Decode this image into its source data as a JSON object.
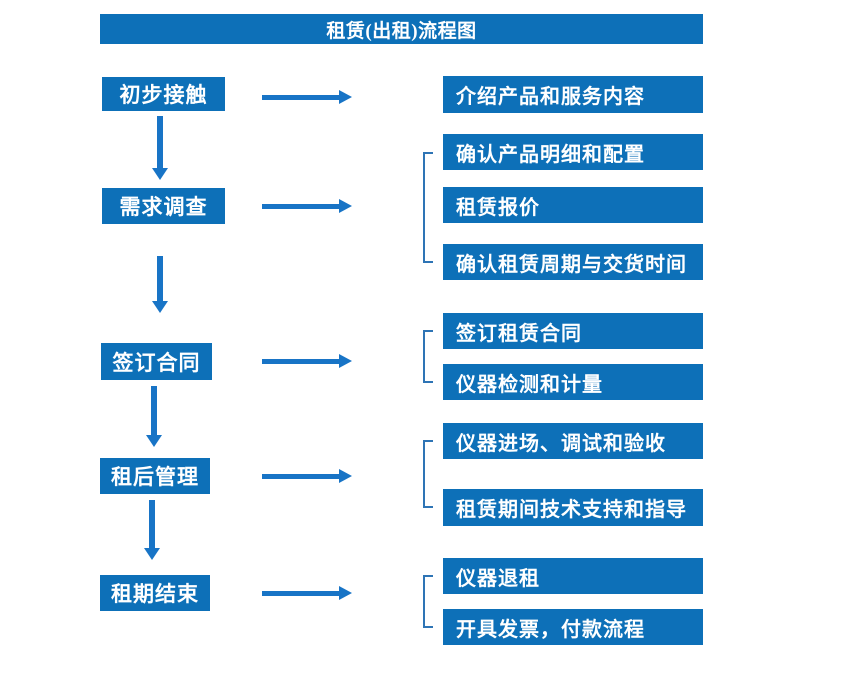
{
  "title": "租赁(出租)流程图",
  "colors": {
    "box_blue": "#0d70b8",
    "arrow_blue": "#1874c6",
    "bracket_blue": "#2e74b5",
    "text_white": "#ffffff",
    "background": "#ffffff"
  },
  "stages": [
    {
      "label": "初步接触",
      "outputs": [
        "介绍产品和服务内容"
      ]
    },
    {
      "label": "需求调查",
      "outputs": [
        "确认产品明细和配置",
        "租赁报价",
        "确认租赁周期与交货时间"
      ]
    },
    {
      "label": "签订合同",
      "outputs": [
        "签订租赁合同",
        "仪器检测和计量"
      ]
    },
    {
      "label": "租后管理",
      "outputs": [
        "仪器进场、调试和验收",
        "租赁期间技术支持和指导"
      ]
    },
    {
      "label": "租期结束",
      "outputs": [
        "仪器退租",
        "开具发票，付款流程"
      ]
    }
  ]
}
